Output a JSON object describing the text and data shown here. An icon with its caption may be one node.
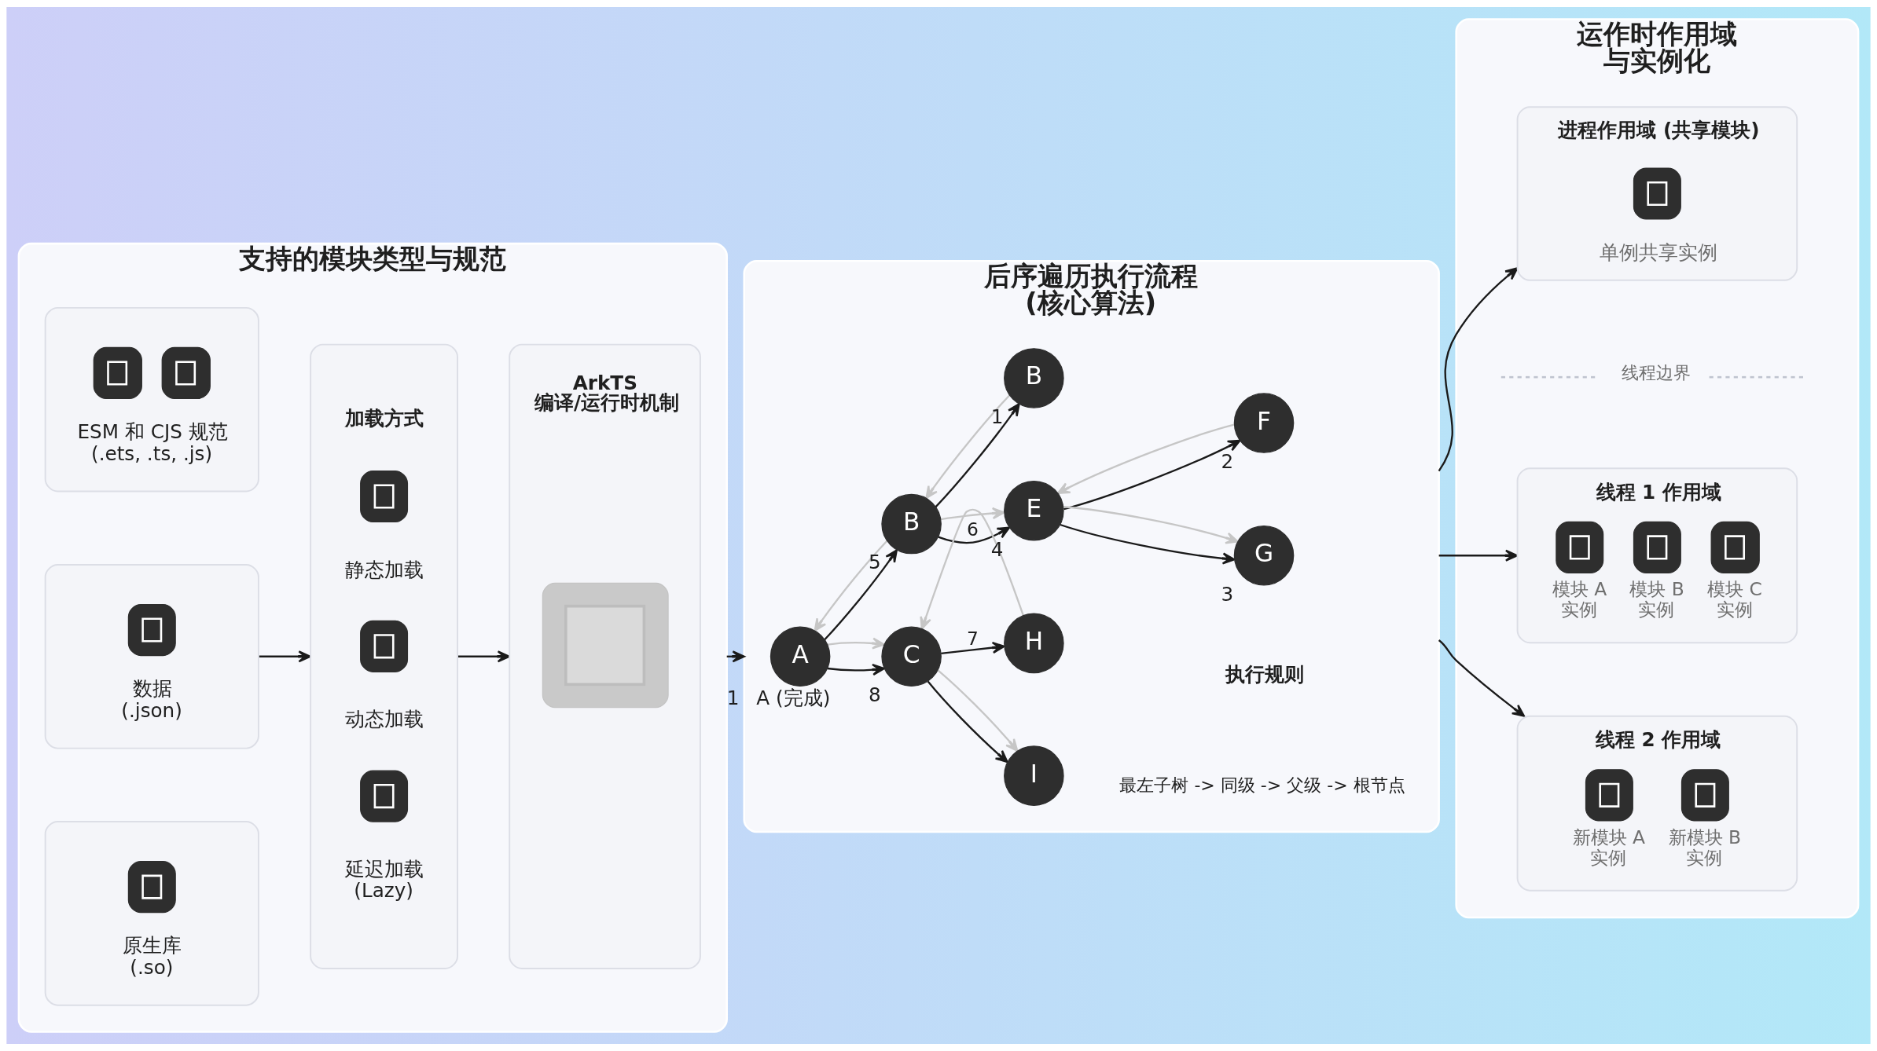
{
  "diagram": {
    "nodes": [
      {
        "text": [
          "支持的模块类型与规范"
        ]
      },
      {
        "text": [
          "ESM 和 CJS 规范 (.ets, .ts, .js)"
        ],
        "in": 0
      },
      {
        "text": [
          "数据 (.json)"
        ],
        "in": 0
      },
      {
        "text": [
          "原生库 (.so)"
        ],
        "in": 0
      },
      {
        "text": [
          "加载方式",
          "静态加载",
          "动态加载",
          "延迟加载 (Lazy)"
        ],
        "in": 0
      },
      {
        "text": [
          "ArkTS 编译/运行时机制"
        ],
        "in": 0
      },
      {
        "text": [
          "后序遍历执行流程(核心算法)"
        ]
      },
      {
        "text": [
          "A"
        ],
        "in": 6,
        "beside": [
          "1",
          "A (完成)"
        ]
      },
      {
        "text": [
          "B"
        ],
        "in": 6,
        "beside": [
          "5"
        ]
      },
      {
        "text": [
          "C"
        ],
        "in": 6,
        "beside": [
          "8"
        ]
      },
      {
        "text": [
          "B"
        ],
        "in": 6,
        "beside": [
          "1"
        ]
      },
      {
        "text": [
          "E"
        ],
        "in": 6,
        "beside": [
          "4"
        ]
      },
      {
        "text": [
          "H"
        ],
        "in": 6
      },
      {
        "text": [
          "I"
        ],
        "in": 6
      },
      {
        "text": [
          "F"
        ],
        "in": 6,
        "beside": [
          "2"
        ]
      },
      {
        "text": [
          "G"
        ],
        "in": 6,
        "beside": [
          "3"
        ]
      },
      {
        "text": [
          "运作时作用域与实例化"
        ]
      },
      {
        "text": [
          "进程作用域 (共享模块)",
          "单例共享实例"
        ],
        "in": 16
      },
      {
        "text": [
          "线程 1 作用域",
          "模块 A 实例",
          "模块 B 实例",
          "模块 C 实例"
        ],
        "in": 16
      },
      {
        "text": [
          "线程 2 作用域",
          "新模块 A 实例",
          "新模块 B 实例"
        ],
        "in": 16
      }
    ],
    "edges": [
      {
        "from": 2,
        "to": 4,
        "arrow": "to"
      },
      {
        "from": 4,
        "to": 5,
        "arrow": "to"
      },
      {
        "from": 0,
        "to": 6,
        "arrow": "to"
      },
      {
        "from": 6,
        "to": 17,
        "arrow": "to"
      },
      {
        "from": 6,
        "to": 18,
        "arrow": "to"
      },
      {
        "from": 6,
        "to": 19,
        "arrow": "to"
      },
      {
        "from": 7,
        "to": 8,
        "arrow": "to"
      },
      {
        "from": 8,
        "to": 7,
        "arrow": "to",
        "color": "#c6c6c6"
      },
      {
        "from": 7,
        "to": 9,
        "arrow": "to"
      },
      {
        "from": 7,
        "to": 9,
        "arrow": "to",
        "color": "#c6c6c6"
      },
      {
        "from": 8,
        "to": 10,
        "arrow": "to"
      },
      {
        "from": 10,
        "to": 8,
        "arrow": "to",
        "color": "#c6c6c6"
      },
      {
        "from": 8,
        "to": 11,
        "arrow": "to",
        "label": "6"
      },
      {
        "from": 8,
        "to": 11,
        "arrow": "to",
        "color": "#c6c6c6"
      },
      {
        "from": 9,
        "to": 12,
        "arrow": "to",
        "label": "7"
      },
      {
        "from": 12,
        "to": 9,
        "arrow": "to",
        "color": "#c6c6c6"
      },
      {
        "from": 9,
        "to": 13,
        "arrow": "to"
      },
      {
        "from": 9,
        "to": 13,
        "arrow": "to",
        "color": "#c6c6c6"
      },
      {
        "from": 11,
        "to": 14,
        "arrow": "to"
      },
      {
        "from": 14,
        "to": 11,
        "arrow": "to",
        "color": "#c6c6c6"
      },
      {
        "from": 11,
        "to": 15,
        "arrow": "to"
      },
      {
        "from": 11,
        "to": 15,
        "arrow": "to",
        "color": "#c6c6c6"
      }
    ],
    "labels": [
      "执行规则",
      "最左子树 -> 同级 -> 父级 -> 根节点",
      "线程边界"
    ]
  }
}
